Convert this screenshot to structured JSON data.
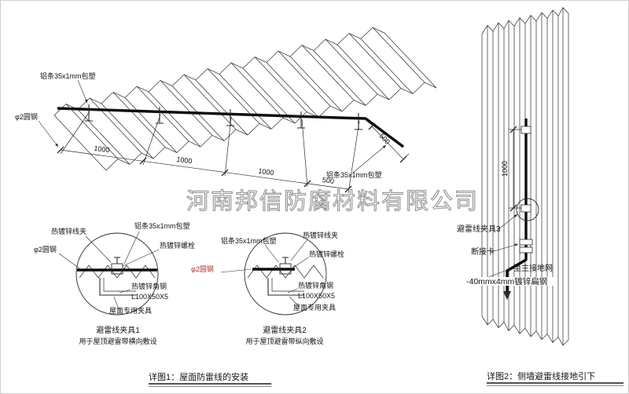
{
  "watermark": "河南邦信防腐材料有限公司",
  "colors": {
    "line": "#2a2a2a",
    "accent_red": "#b03030",
    "watermark_gray": "#949494"
  },
  "roof": {
    "label_strip_top": "铝条35x1mm包塑",
    "label_rod": "φ2圆钢",
    "label_strip_right": "铝条35x1mm包塑",
    "dim1": "1000",
    "dim2": "1000",
    "dim3": "1000",
    "dim4": "500",
    "dim_side": "500"
  },
  "clamp1": {
    "title": "避雷线夹具1",
    "subtitle": "用于屋顶避雷带横向敷设",
    "label_clip": "热镀锌线夹",
    "label_strip": "铝条35x1mm包塑",
    "label_bolt": "热镀锌螺栓",
    "label_rod": "φ2圆钢",
    "label_angle": "热镀锌角钢",
    "label_angle_size": "L100X50X5",
    "label_fixture": "屋面专用夹具"
  },
  "clamp2": {
    "title": "避雷线夹具2",
    "subtitle": "用于屋顶避雷带纵向敷设",
    "label_strip": "铝条35x1mm包塑",
    "label_clip": "热镀锌线夹",
    "label_bolt": "热镀锌螺栓",
    "label_rod": "φ2圆钢",
    "label_angle": "热镀锌角钢",
    "label_angle_size": "L100X50X5",
    "label_fixture": "屋面专用夹具"
  },
  "wall": {
    "dim": "1000",
    "label_clamp3": "避雷线夹具3",
    "label_disconnect": "断接卡",
    "label_to_ground": "至主接地网",
    "label_flat_steel": "-40mmx4mm镀锌扁钢"
  },
  "captions": {
    "detail1": "详图1：屋面防雷线的安装",
    "detail2": "详图2：侧墙避雷线接地引下"
  }
}
